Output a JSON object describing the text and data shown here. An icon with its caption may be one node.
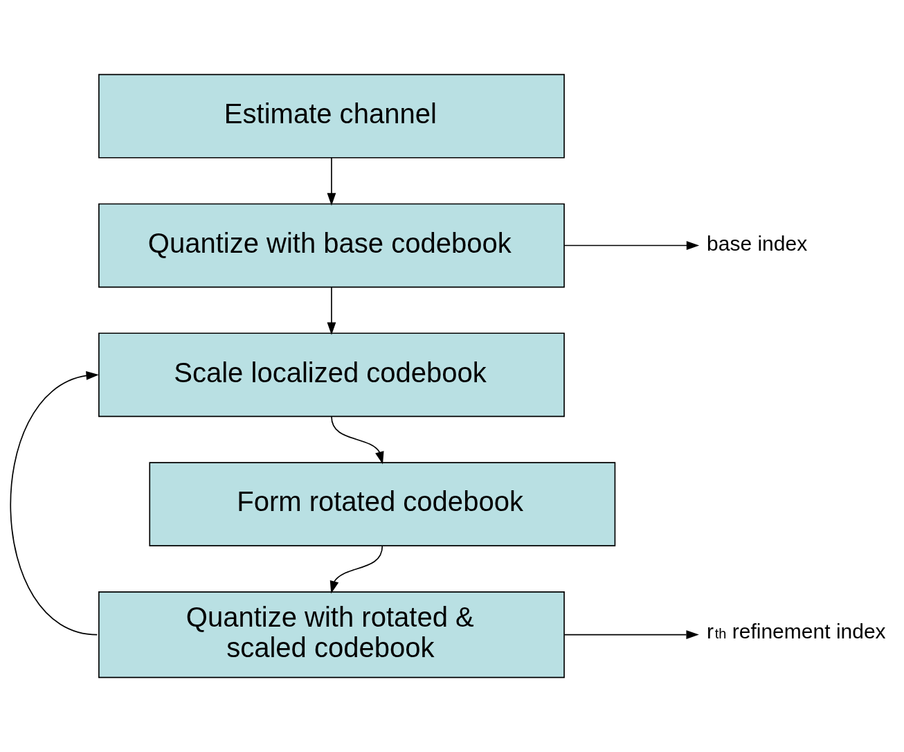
{
  "diagram": {
    "nodes": [
      {
        "text": [
          "Estimate channel"
        ]
      },
      {
        "text": [
          "Quantize with base codebook"
        ]
      },
      {
        "text": [
          "Scale localized codebook"
        ]
      },
      {
        "text": [
          "Form rotated codebook"
        ]
      },
      {
        "text": [
          "Quantize with rotated & scaled codebook"
        ]
      },
      {
        "text": [
          "base index"
        ]
      },
      {
        "text": [
          "r$^{th}$ refinement index"
        ]
      }
    ],
    "edges": [
      {
        "from": 0,
        "to": 1,
        "arrow": "to"
      },
      {
        "from": 1,
        "to": 5,
        "arrow": "to"
      },
      {
        "from": 1,
        "to": 2,
        "arrow": "to"
      },
      {
        "from": 2,
        "to": 3,
        "arrow": "to"
      },
      {
        "from": 3,
        "to": 4,
        "arrow": "to"
      },
      {
        "from": 4,
        "to": 6,
        "arrow": "to"
      },
      {
        "from": 4,
        "to": 2,
        "arrow": "to"
      }
    ]
  }
}
